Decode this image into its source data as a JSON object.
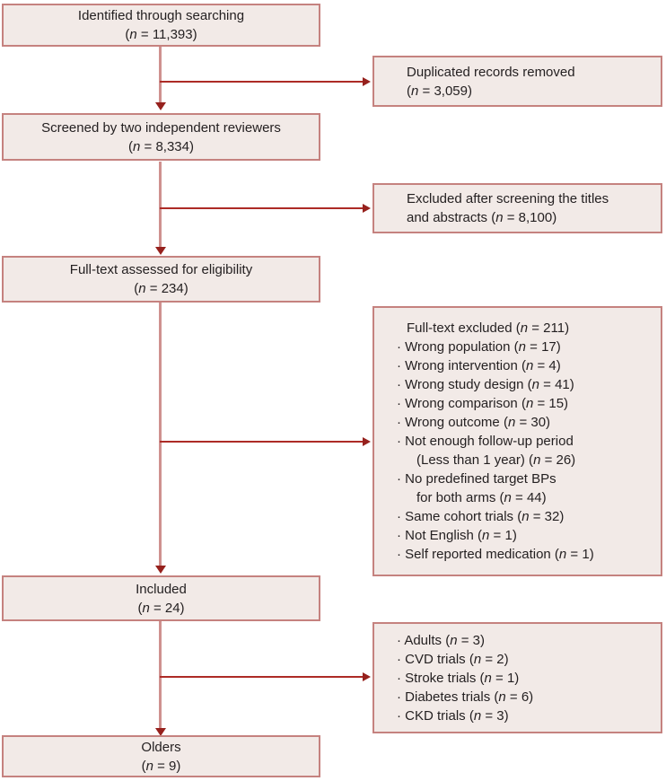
{
  "diagram": {
    "type": "prisma-flow-diagram",
    "colors": {
      "box_fill": "#f2eae7",
      "box_border": "#c5827f",
      "stem_line": "#cf918f",
      "branch_line": "#ad2b26",
      "arrow_head": "#96211d",
      "text": "#231f20",
      "background": "#ffffff"
    },
    "main_boxes": [
      {
        "id": "identified",
        "lines": [
          {
            "text": "Identified through searching"
          },
          {
            "text": "(n = 11,393)"
          }
        ]
      },
      {
        "id": "screened",
        "lines": [
          {
            "text": "Screened by two independent reviewers"
          },
          {
            "text": "(n = 8,334)"
          }
        ]
      },
      {
        "id": "fulltext-assessed",
        "lines": [
          {
            "text": "Full-text assessed for eligibility"
          },
          {
            "text": "(n = 234)"
          }
        ]
      },
      {
        "id": "included",
        "lines": [
          {
            "text": "Included"
          },
          {
            "text": "(n = 24)"
          }
        ]
      },
      {
        "id": "olders",
        "lines": [
          {
            "text": "Olders"
          },
          {
            "text": "(n = 9)"
          }
        ]
      }
    ],
    "side_boxes": [
      {
        "id": "duplicates-removed",
        "lines": [
          {
            "text": "Duplicated records removed",
            "style": "plain"
          },
          {
            "text": "(n = 3,059)",
            "style": "plain"
          }
        ]
      },
      {
        "id": "excluded-screening",
        "lines": [
          {
            "text": "Excluded after screening the titles",
            "style": "plain"
          },
          {
            "text": "and abstracts (n = 8,100)",
            "style": "plain"
          }
        ]
      },
      {
        "id": "fulltext-excluded",
        "lines": [
          {
            "text": "Full-text excluded (n = 211)",
            "style": "plain"
          },
          {
            "text": "· Wrong population (n = 17)",
            "style": "bullet"
          },
          {
            "text": "· Wrong intervention (n = 4)",
            "style": "bullet"
          },
          {
            "text": "· Wrong study design (n = 41)",
            "style": "bullet"
          },
          {
            "text": "· Wrong comparison (n = 15)",
            "style": "bullet"
          },
          {
            "text": "· Wrong outcome (n = 30)",
            "style": "bullet"
          },
          {
            "text": "· Not enough follow-up period",
            "style": "bullet"
          },
          {
            "text": "(Less than 1 year) (n = 26)",
            "style": "cont"
          },
          {
            "text": "· No predefined target BPs",
            "style": "bullet"
          },
          {
            "text": "for both arms (n = 44)",
            "style": "cont"
          },
          {
            "text": "· Same cohort trials (n = 32)",
            "style": "bullet"
          },
          {
            "text": "· Not English (n = 1)",
            "style": "bullet"
          },
          {
            "text": "· Self reported medication (n = 1)",
            "style": "bullet"
          }
        ]
      },
      {
        "id": "included-subgroups",
        "lines": [
          {
            "text": "· Adults (n = 3)",
            "style": "bullet"
          },
          {
            "text": "· CVD trials (n = 2)",
            "style": "bullet"
          },
          {
            "text": "· Stroke trials (n = 1)",
            "style": "bullet"
          },
          {
            "text": "· Diabetes trials (n = 6)",
            "style": "bullet"
          },
          {
            "text": "· CKD trials (n = 3)",
            "style": "bullet"
          }
        ]
      }
    ],
    "counts": {
      "identified": 11393,
      "duplicates_removed": 3059,
      "screened": 8334,
      "excluded_title_abstract": 8100,
      "fulltext_assessed": 234,
      "fulltext_excluded": 211,
      "wrong_population": 17,
      "wrong_intervention": 4,
      "wrong_study_design": 41,
      "wrong_comparison": 15,
      "wrong_outcome": 30,
      "not_enough_followup": 26,
      "no_predefined_target_bps": 44,
      "same_cohort_trials": 32,
      "not_english": 1,
      "self_reported_medication": 1,
      "included": 24,
      "adults": 3,
      "cvd_trials": 2,
      "stroke_trials": 1,
      "diabetes_trials": 6,
      "ckd_trials": 3,
      "olders": 9
    }
  }
}
